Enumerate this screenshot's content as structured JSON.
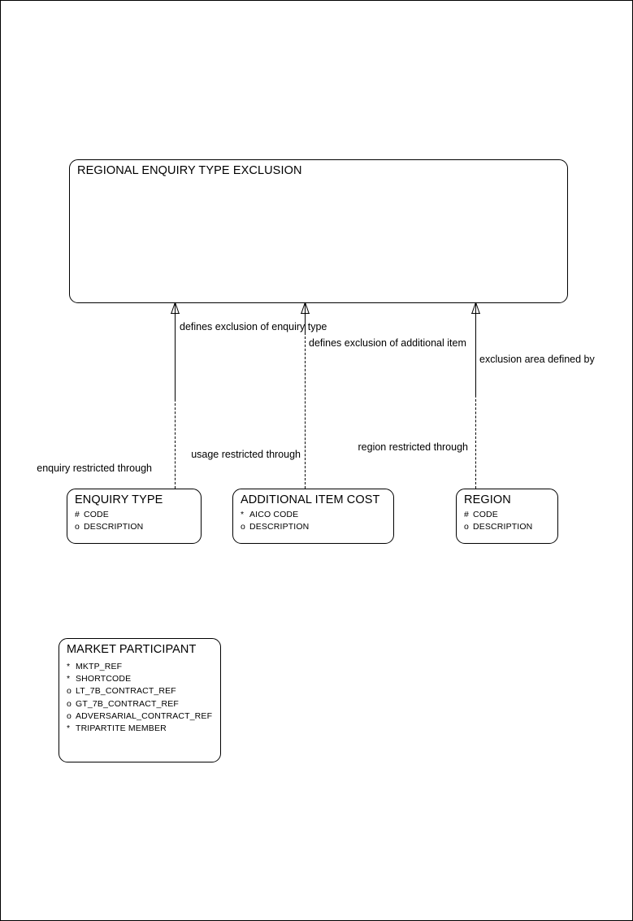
{
  "diagram": {
    "type": "entity-relationship-diagram",
    "entities": [
      {
        "id": "regional-enquiry-type-exclusion",
        "name": "REGIONAL ENQUIRY TYPE EXCLUSION",
        "attributes": []
      },
      {
        "id": "enquiry-type",
        "name": "ENQUIRY TYPE",
        "attributes": [
          {
            "mark": "#",
            "label": "CODE"
          },
          {
            "mark": "o",
            "label": "DESCRIPTION"
          }
        ]
      },
      {
        "id": "additional-item-cost",
        "name": "ADDITIONAL ITEM COST",
        "attributes": [
          {
            "mark": "*",
            "label": "AICO CODE"
          },
          {
            "mark": "o",
            "label": "DESCRIPTION"
          }
        ]
      },
      {
        "id": "region",
        "name": "REGION",
        "attributes": [
          {
            "mark": "#",
            "label": "CODE"
          },
          {
            "mark": "o",
            "label": "DESCRIPTION"
          }
        ]
      },
      {
        "id": "market-participant",
        "name": "MARKET PARTICIPANT",
        "attributes": [
          {
            "mark": "*",
            "label": "MKTP_REF"
          },
          {
            "mark": "*",
            "label": "SHORTCODE"
          },
          {
            "mark": "o",
            "label": "LT_7B_CONTRACT_REF"
          },
          {
            "mark": "o",
            "label": "GT_7B_CONTRACT_REF"
          },
          {
            "mark": "o",
            "label": "ADVERSARIAL_CONTRACT_REF"
          },
          {
            "mark": "*",
            "label": "TRIPARTITE MEMBER"
          }
        ]
      }
    ],
    "relationships": [
      {
        "id": "enquiry-type-exclusion",
        "from_label": "defines exclusion of enquiry type",
        "to_label": "enquiry restricted through"
      },
      {
        "id": "additional-item-exclusion",
        "from_label": "defines exclusion of additional item",
        "to_label": "usage restricted through"
      },
      {
        "id": "region-exclusion",
        "from_label": "exclusion area defined by",
        "to_label": "region restricted through"
      }
    ]
  },
  "colors": {
    "line": "#000000",
    "text": "#000000",
    "background": "#ffffff"
  }
}
